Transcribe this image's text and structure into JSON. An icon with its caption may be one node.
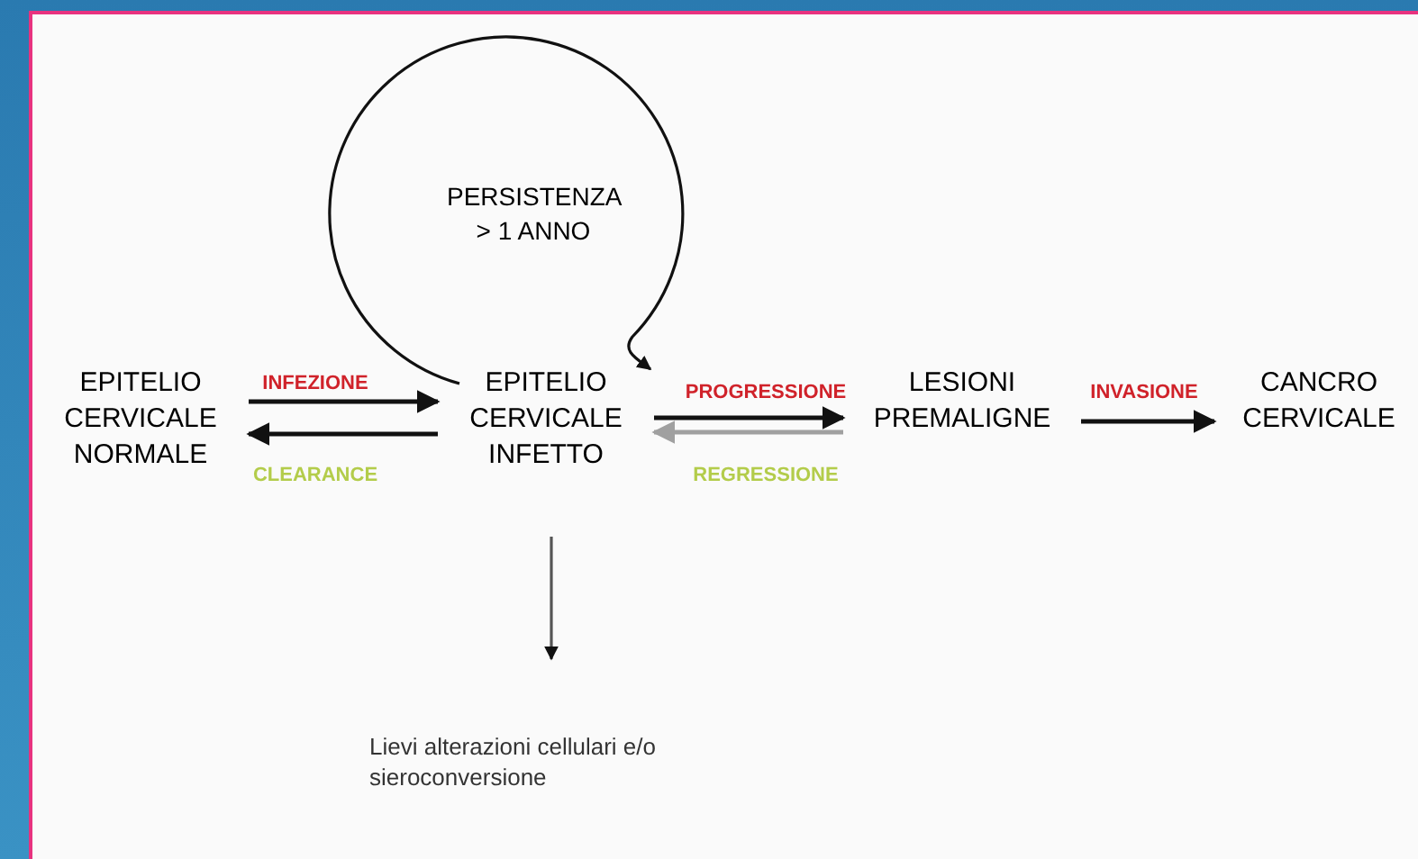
{
  "diagram": {
    "nodes": [
      {
        "text": [
          "EPITELIO CERVICALE NORMALE"
        ]
      },
      {
        "text": [
          "EPITELIO CERVICALE INFETTO"
        ]
      },
      {
        "text": [
          "LESIONI PREMALIGNE"
        ]
      },
      {
        "text": [
          "CANCRO CERVICALE"
        ]
      },
      {
        "text": [
          "Lievi alterazioni cellulari e/o sieroconversione"
        ]
      }
    ],
    "edges": [
      {
        "from": 0,
        "to": 1,
        "arrow": "to",
        "label": "INFEZIONE"
      },
      {
        "from": 1,
        "to": 0,
        "arrow": "to",
        "label": "CLEARANCE"
      },
      {
        "from": 1,
        "to": 2,
        "arrow": "to",
        "label": "PROGRESSIONE"
      },
      {
        "from": 2,
        "to": 1,
        "arrow": "to",
        "label": "REGRESSIONE",
        "color": "#a0a0a0"
      },
      {
        "from": 2,
        "to": 3,
        "arrow": "to",
        "label": "INVASIONE"
      },
      {
        "from": 1,
        "to": 1,
        "arrow": "to",
        "label": "PERSISTENZA > 1 ANNO"
      },
      {
        "from": 1,
        "to": 4,
        "arrow": "to"
      }
    ]
  }
}
